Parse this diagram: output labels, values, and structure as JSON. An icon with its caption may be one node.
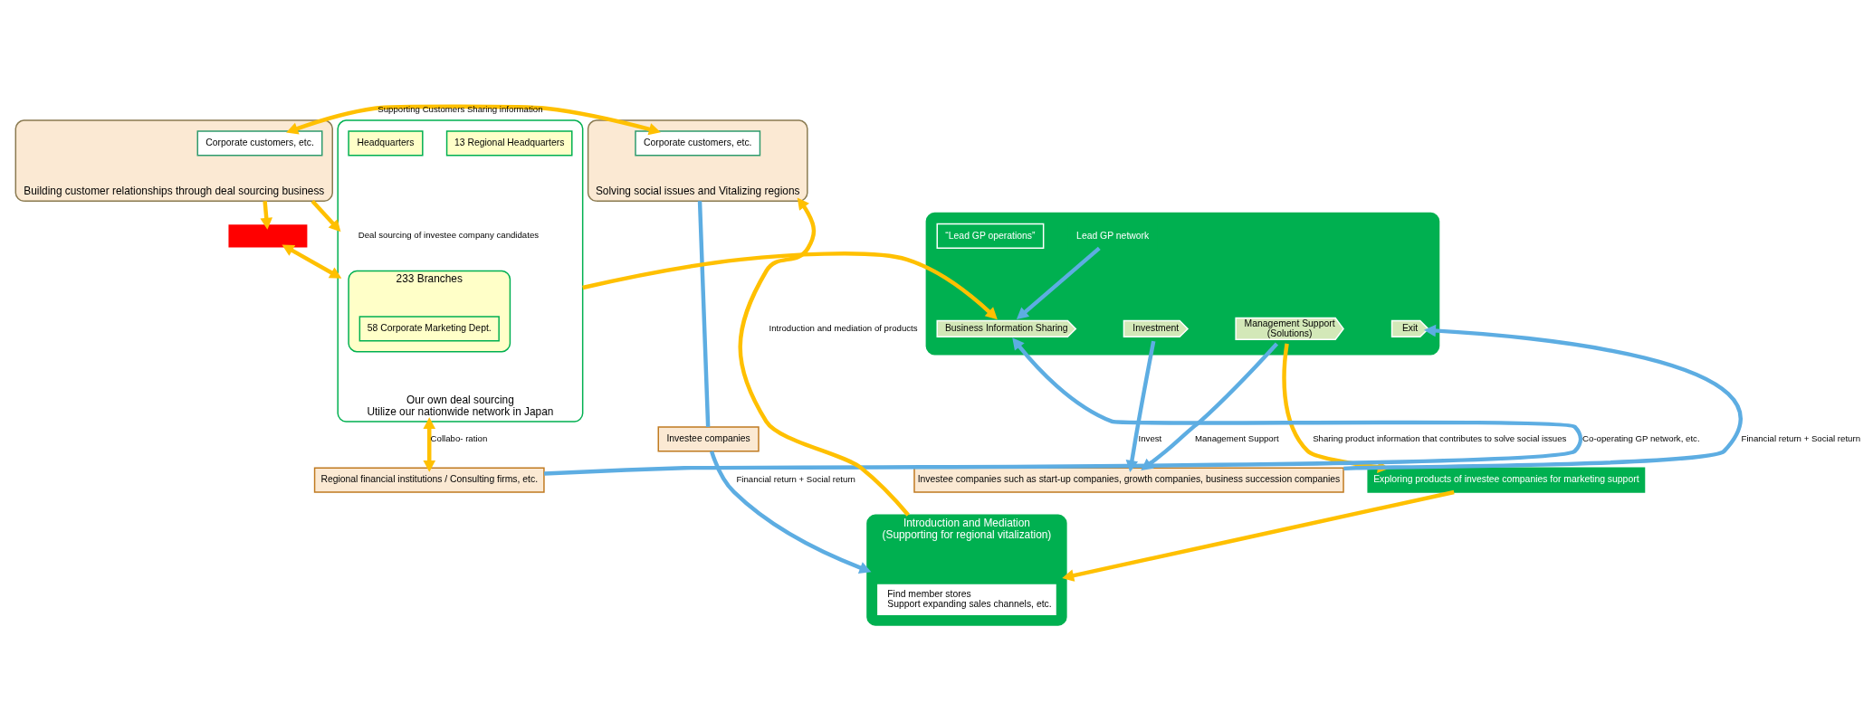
{
  "diagram": {
    "nodes": [
      {
        "text": [
          "Building customer relationships through deal sourcing business"
        ]
      },
      {
        "text": [
          "Corporate customers, etc."
        ],
        "in": 0
      },
      {
        "text": [
          "Solving social issues and Vitalizing regions"
        ]
      },
      {
        "text": [
          "Corporate customers, etc."
        ],
        "in": 2
      },
      {
        "text": [],
        "shape": "box"
      },
      {
        "text": [
          "Lead GP network"
        ],
        "in": 4
      },
      {
        "text": [
          "“Lead GP operations”"
        ],
        "in": 4
      },
      {
        "text": [
          "Business Information Sharing"
        ],
        "in": 4
      },
      {
        "text": [
          "Investment"
        ],
        "in": 4
      },
      {
        "text": [
          "Management Support",
          "(Solutions)"
        ],
        "in": 4
      },
      {
        "text": [
          "Exit"
        ],
        "in": 4
      },
      {
        "text": [],
        "shape": "box"
      },
      {
        "text": [
          "Our own deal sourcing",
          "Utilize our nationwide network in Japan"
        ]
      },
      {
        "text": [
          "233 Branches"
        ],
        "in": 12
      },
      {
        "text": [
          "58 Corporate Marketing Dept."
        ],
        "in": 13
      },
      {
        "text": [
          "13 Regional Headquarters"
        ],
        "in": 12
      },
      {
        "text": [
          "Headquarters"
        ],
        "in": 12
      },
      {
        "text": [
          "Regional financial institutions / Consulting firms, etc."
        ]
      },
      {
        "text": [
          "Investee companies such as start-up companies, growth companies, business succession companies"
        ]
      },
      {
        "text": [
          "Exploring products of investee companies for marketing support"
        ]
      },
      {
        "text": [
          "Introduction and Mediation",
          "(Supporting for regional vitalization)"
        ]
      },
      {
        "text": [
          "Find member stores",
          "Support expanding sales channels, etc."
        ],
        "in": 20
      },
      {
        "text": [
          "Investee companies"
        ]
      }
    ],
    "edges": [
      {
        "from": 1,
        "to": 3,
        "arrow": "both",
        "label": "Supporting Customers Sharing information"
      },
      {
        "from": 0,
        "to": 12,
        "arrow": "to",
        "label": "Deal sourcing of investee company candidates"
      },
      {
        "from": 0,
        "to": 11,
        "arrow": "to"
      },
      {
        "from": 11,
        "to": 12,
        "arrow": "both"
      },
      {
        "from": 12,
        "to": 7,
        "arrow": "to"
      },
      {
        "from": 5,
        "to": 7,
        "arrow": "to",
        "color": "#5dade2"
      },
      {
        "from": 17,
        "to": 7,
        "arrow": "to",
        "label": "Co-operating GP network, etc.",
        "color": "#5dade2"
      },
      {
        "from": 8,
        "to": 18,
        "arrow": "to",
        "label": "Invest",
        "color": "#5dade2"
      },
      {
        "from": 9,
        "to": 18,
        "arrow": "to",
        "label": "Management Support",
        "color": "#5dade2"
      },
      {
        "from": 18,
        "to": 10,
        "arrow": "to",
        "label": "Financial return + Social return",
        "color": "#5dade2"
      },
      {
        "from": 9,
        "to": 19,
        "arrow": "to",
        "label": "Sharing product information that contributes to solve social issues"
      },
      {
        "from": 12,
        "to": 17,
        "arrow": "both",
        "label": "Collabo- ration"
      },
      {
        "from": 19,
        "to": 20,
        "arrow": "to"
      },
      {
        "from": 20,
        "to": 2,
        "arrow": "to",
        "label": "Introduction and mediation of products"
      },
      {
        "from": 2,
        "to": 22,
        "arrow": "none",
        "color": "#5dade2"
      },
      {
        "from": 22,
        "to": 20,
        "arrow": "to",
        "label": "Financial return + Social return",
        "color": "#5dade2"
      }
    ]
  }
}
